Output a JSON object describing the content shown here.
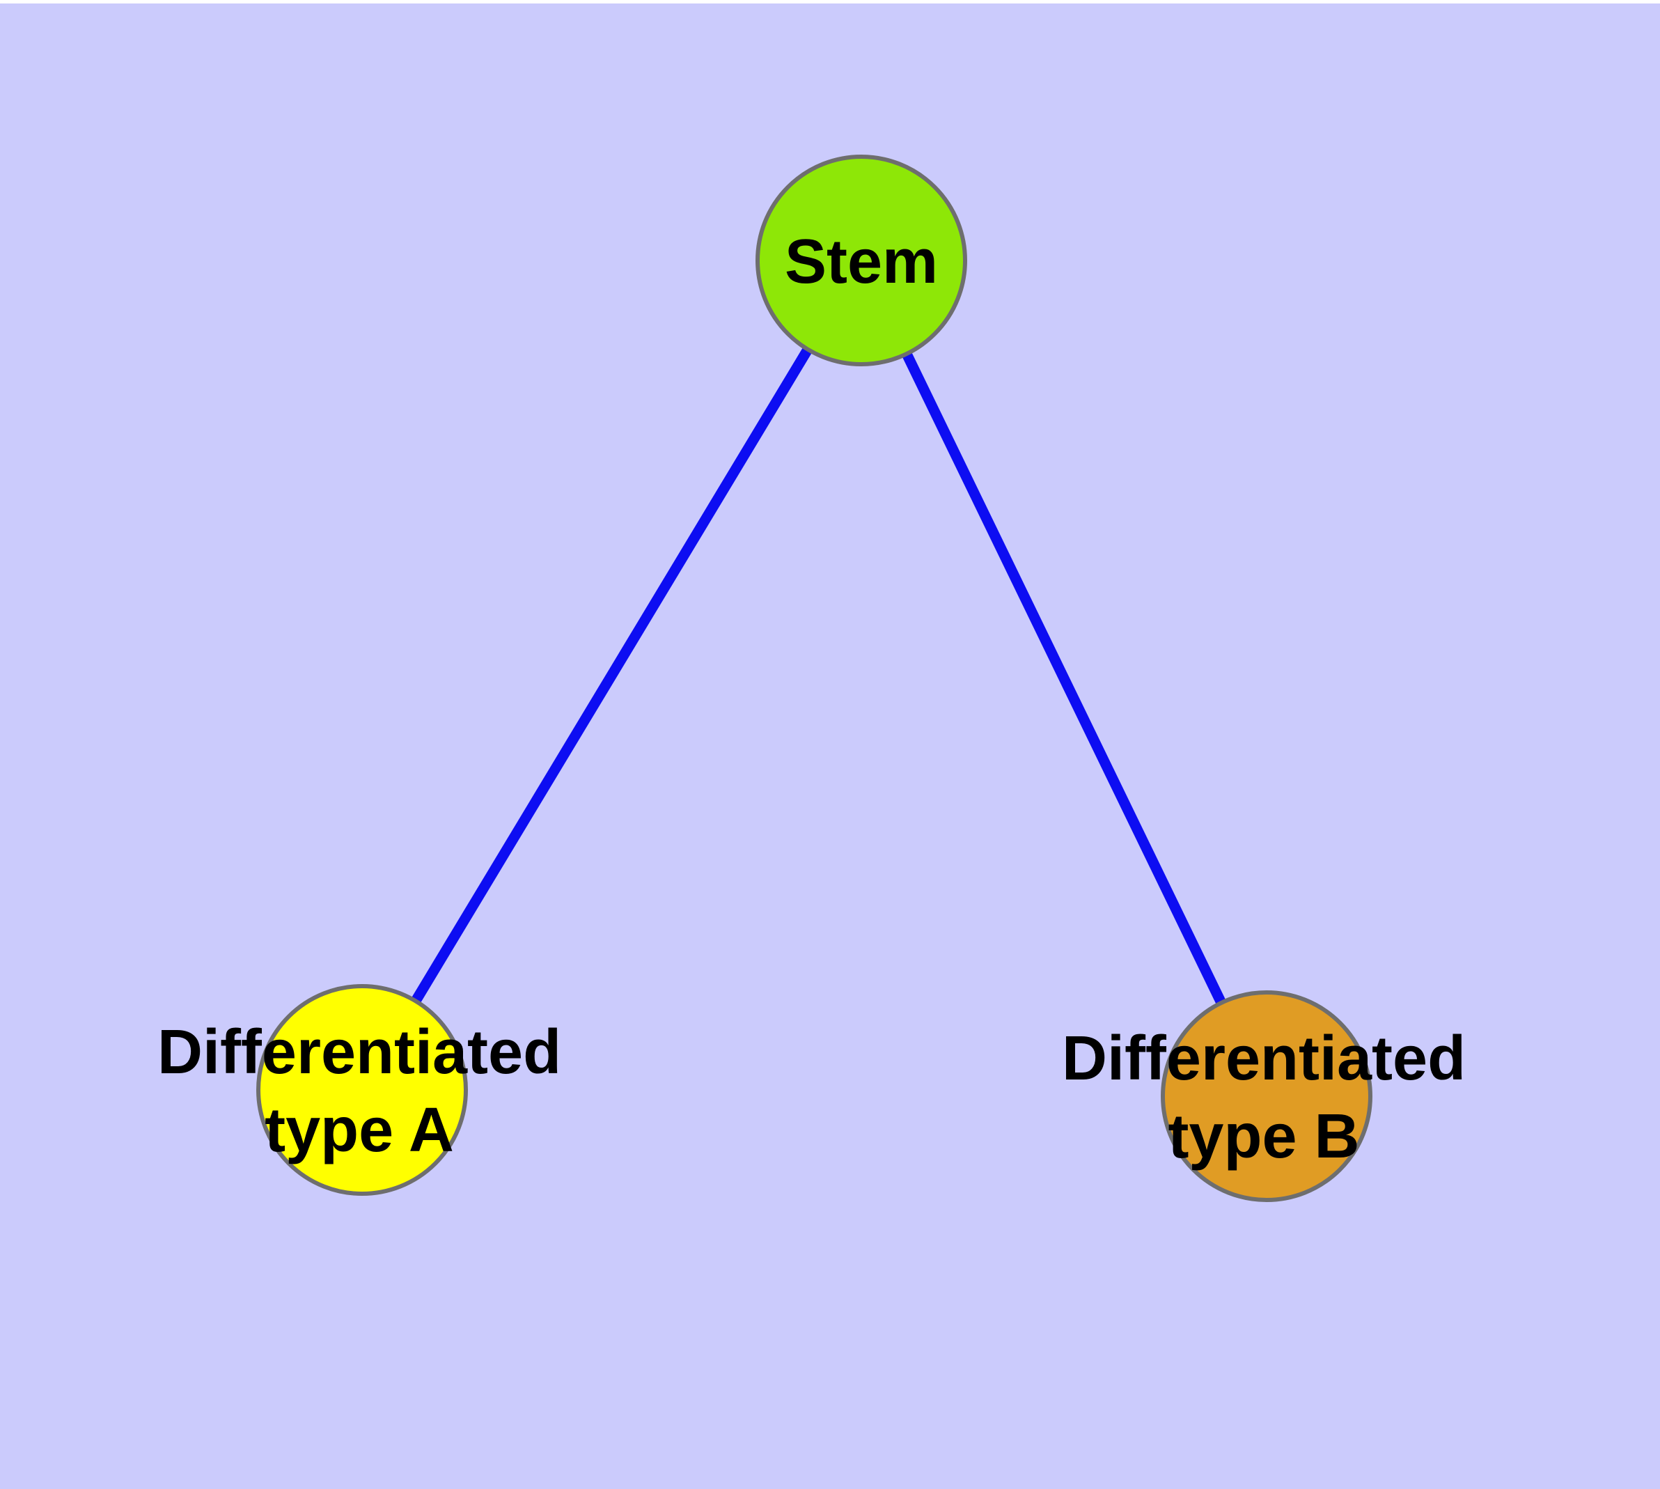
{
  "diagram": {
    "title": "",
    "page_margin_color": "#ffffff",
    "background_color": "#cbcbfc",
    "edge_color": "#0d0df2",
    "node_border_color": "#6e6e6e",
    "label_color": "#000000",
    "nodes": [
      {
        "id": "stem",
        "label": "Stem",
        "fill": "#8ee707"
      },
      {
        "id": "diff_a",
        "label": "Differentiated\ntype A",
        "fill": "#ffff00"
      },
      {
        "id": "diff_b",
        "label": "Differentiated\ntype B",
        "fill": "#e09c24"
      }
    ],
    "edges": [
      {
        "from": "stem",
        "to": "diff_a"
      },
      {
        "from": "stem",
        "to": "diff_b"
      }
    ]
  }
}
